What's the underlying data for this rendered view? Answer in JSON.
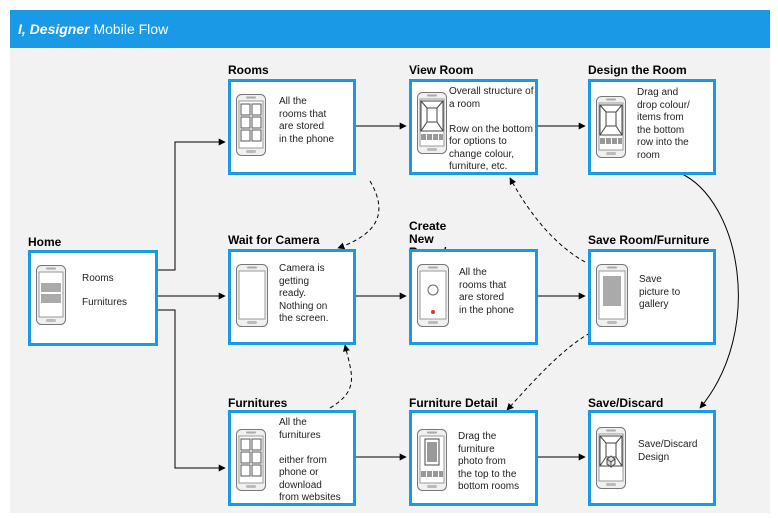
{
  "header": {
    "title_bold": "I, Designer",
    "title_rest": " Mobile Flow",
    "color": "#1a9ae6"
  },
  "nodes": {
    "home": {
      "title": "Home",
      "line1": "Rooms",
      "line2": "Furnitures"
    },
    "rooms": {
      "title": "Rooms",
      "text": "All the\nrooms that\nare stored\nin the phone"
    },
    "view_room": {
      "title": "View Room",
      "text": "Overall structure of\na room\n\nRow on the bottom\nfor options to\nchange colour,\nfurniture, etc."
    },
    "design_room": {
      "title": "Design the Room",
      "text": "Drag and\ndrop colour/\nitems from\nthe bottom\nrow into the\nroom"
    },
    "wait_camera": {
      "title": "Wait for Camera",
      "text": "Camera is\ngetting\nready.\nNothing on\nthe screen."
    },
    "create_new": {
      "title": "Create New Room/\nFurniture",
      "text": "All the\nrooms that\nare stored\nin the phone"
    },
    "save_room": {
      "title": "Save Room/Furniture",
      "text": "Save\npicture to\ngallery"
    },
    "furnitures": {
      "title": "Furnitures",
      "text": "All the\nfurnitures\n\neither from\nphone or\ndownload\nfrom websites"
    },
    "furniture_detail": {
      "title": "Furniture Detail",
      "text": "Drag the\nfurniture\nphoto from\nthe top to the\nbottom rooms"
    },
    "save_discard": {
      "title": "Save/Discard",
      "text": "Save/Discard\nDesign"
    }
  }
}
